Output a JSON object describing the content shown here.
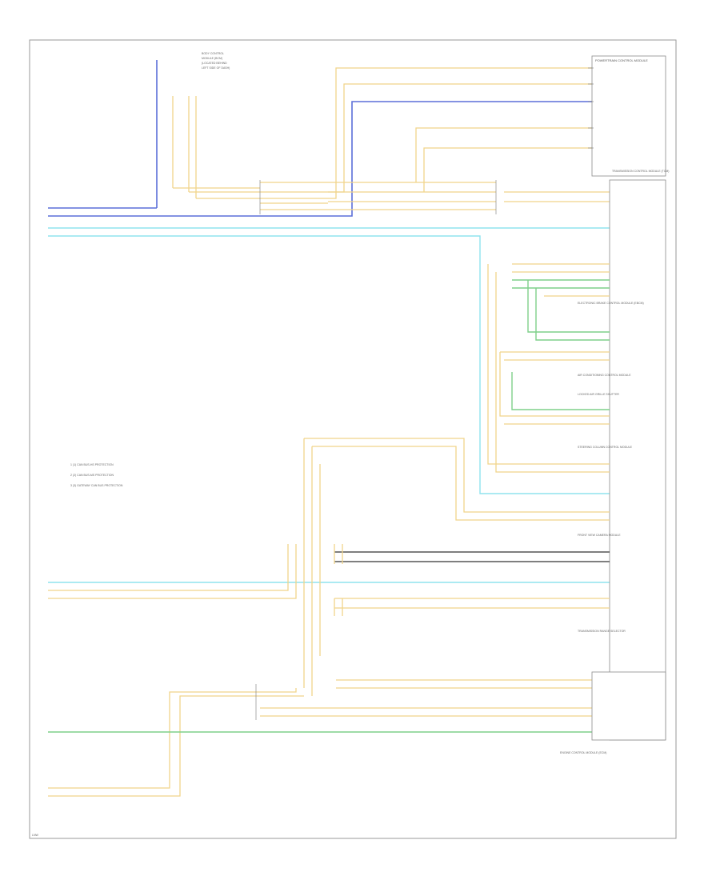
{
  "page": {
    "corner_label": "LNW"
  },
  "top_module": {
    "title": "POWERTRAIN CONTROL MODULE",
    "lines": [
      "BODY CONTROL",
      "MODULE (BCM)",
      "(LOCATED BEHIND",
      "LEFT SIDE OF DASH)"
    ]
  },
  "legend": {
    "items": [
      "1  (1) CAN BUS-HS PROTECTION",
      "2  (2) CAN BUS-MS PROTECTION",
      "3  (3) GATEWAY CAN BUS PROTECTION"
    ]
  },
  "modules": [
    {
      "label": "TRANSMISSION CONTROL MODULE (TCM)"
    },
    {
      "label": "ELECTRONIC BRAKE CONTROL MODULE (EBCM)"
    },
    {
      "label": "AIR CONDITIONING CONTROL MODULE"
    },
    {
      "label": "LOCKED AIR GRILLE SHUTTER"
    },
    {
      "label": "STEERING COLUMN CONTROL MODULE"
    },
    {
      "label": "FRONT VIEW CAMERA MODULE"
    },
    {
      "label": "TRANSMISSION RANGE SELECTOR"
    },
    {
      "label": "ENGINE CONTROL MODULE (ECM)"
    }
  ],
  "wire_colors": {
    "yellow": "#f0d48a",
    "blue": "#5b6fd8",
    "cyan": "#8fe3ee",
    "green": "#7fd08a",
    "dark": "#555555"
  }
}
